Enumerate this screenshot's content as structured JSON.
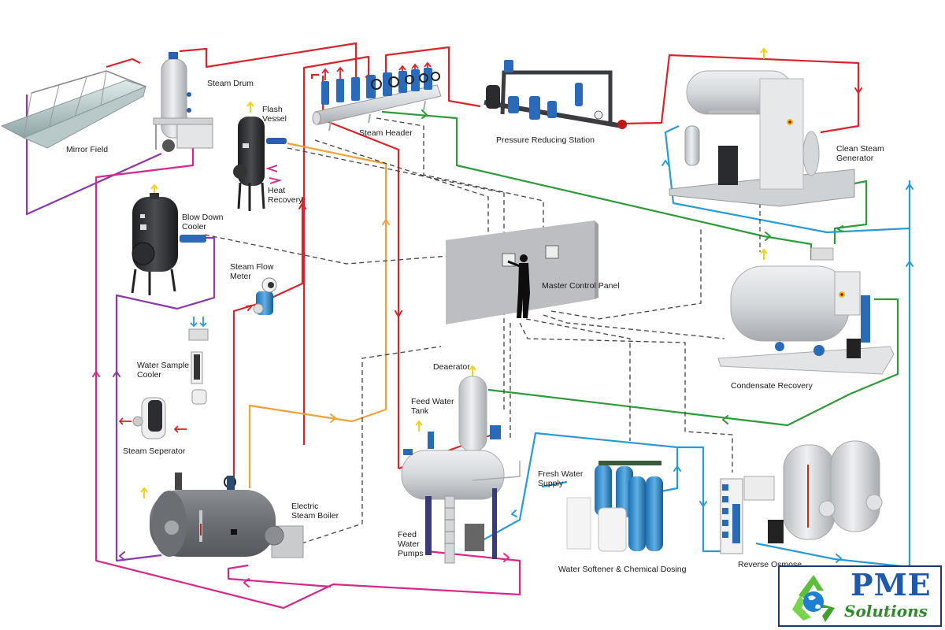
{
  "title": "Steam System Process Flow Diagram",
  "colors": {
    "steam_line": "#d9242b",
    "condensate_line": "#2e9a3a",
    "fresh_water_line": "#2a9ad6",
    "flash_steam_line": "#f0a23a",
    "blowdown_line": "#8a3aa8",
    "feed_water_line": "#d6288a",
    "control_signal_line": "#444444",
    "vent_arrow": "#f2d21a",
    "logo_blue": "#1f5aa8",
    "logo_green": "#2e8a2a"
  },
  "equipment": [
    {
      "id": "mirror-field",
      "label": "Mirror Field"
    },
    {
      "id": "steam-drum",
      "label": "Steam Drum"
    },
    {
      "id": "flash-vessel",
      "label": "Flash\nVessel"
    },
    {
      "id": "heat-recovery",
      "label": "Heat\nRecovery"
    },
    {
      "id": "steam-header",
      "label": "Steam Header"
    },
    {
      "id": "pressure-reducing-station",
      "label": "Pressure Reducing Station"
    },
    {
      "id": "clean-steam-generator",
      "label": "Clean Steam\nGenerator"
    },
    {
      "id": "blow-down-cooler",
      "label": "Blow Down\nCooler"
    },
    {
      "id": "steam-flow-meter",
      "label": "Steam Flow\nMeter"
    },
    {
      "id": "master-control-panel",
      "label": "Master Control Panel"
    },
    {
      "id": "condensate-recovery",
      "label": "Condensate Recovery"
    },
    {
      "id": "water-sample-cooler",
      "label": "Water Sample\nCooler"
    },
    {
      "id": "steam-separator",
      "label": "Steam Seperator"
    },
    {
      "id": "deaerator",
      "label": "Deaerator"
    },
    {
      "id": "feed-water-tank",
      "label": "Feed Water\nTank"
    },
    {
      "id": "fresh-water-supply",
      "label": "Fresh Water\nSupply"
    },
    {
      "id": "electric-steam-boiler",
      "label": "Electric\nSteam Boiler"
    },
    {
      "id": "feed-water-pumps",
      "label": "Feed\nWater\nPumps"
    },
    {
      "id": "water-softener",
      "label": "Water Softener & Chemical Dosing"
    },
    {
      "id": "reverse-osmosis",
      "label": "Reverse Osmose"
    }
  ],
  "logo": {
    "name": "PME",
    "tagline": "Solutions"
  }
}
